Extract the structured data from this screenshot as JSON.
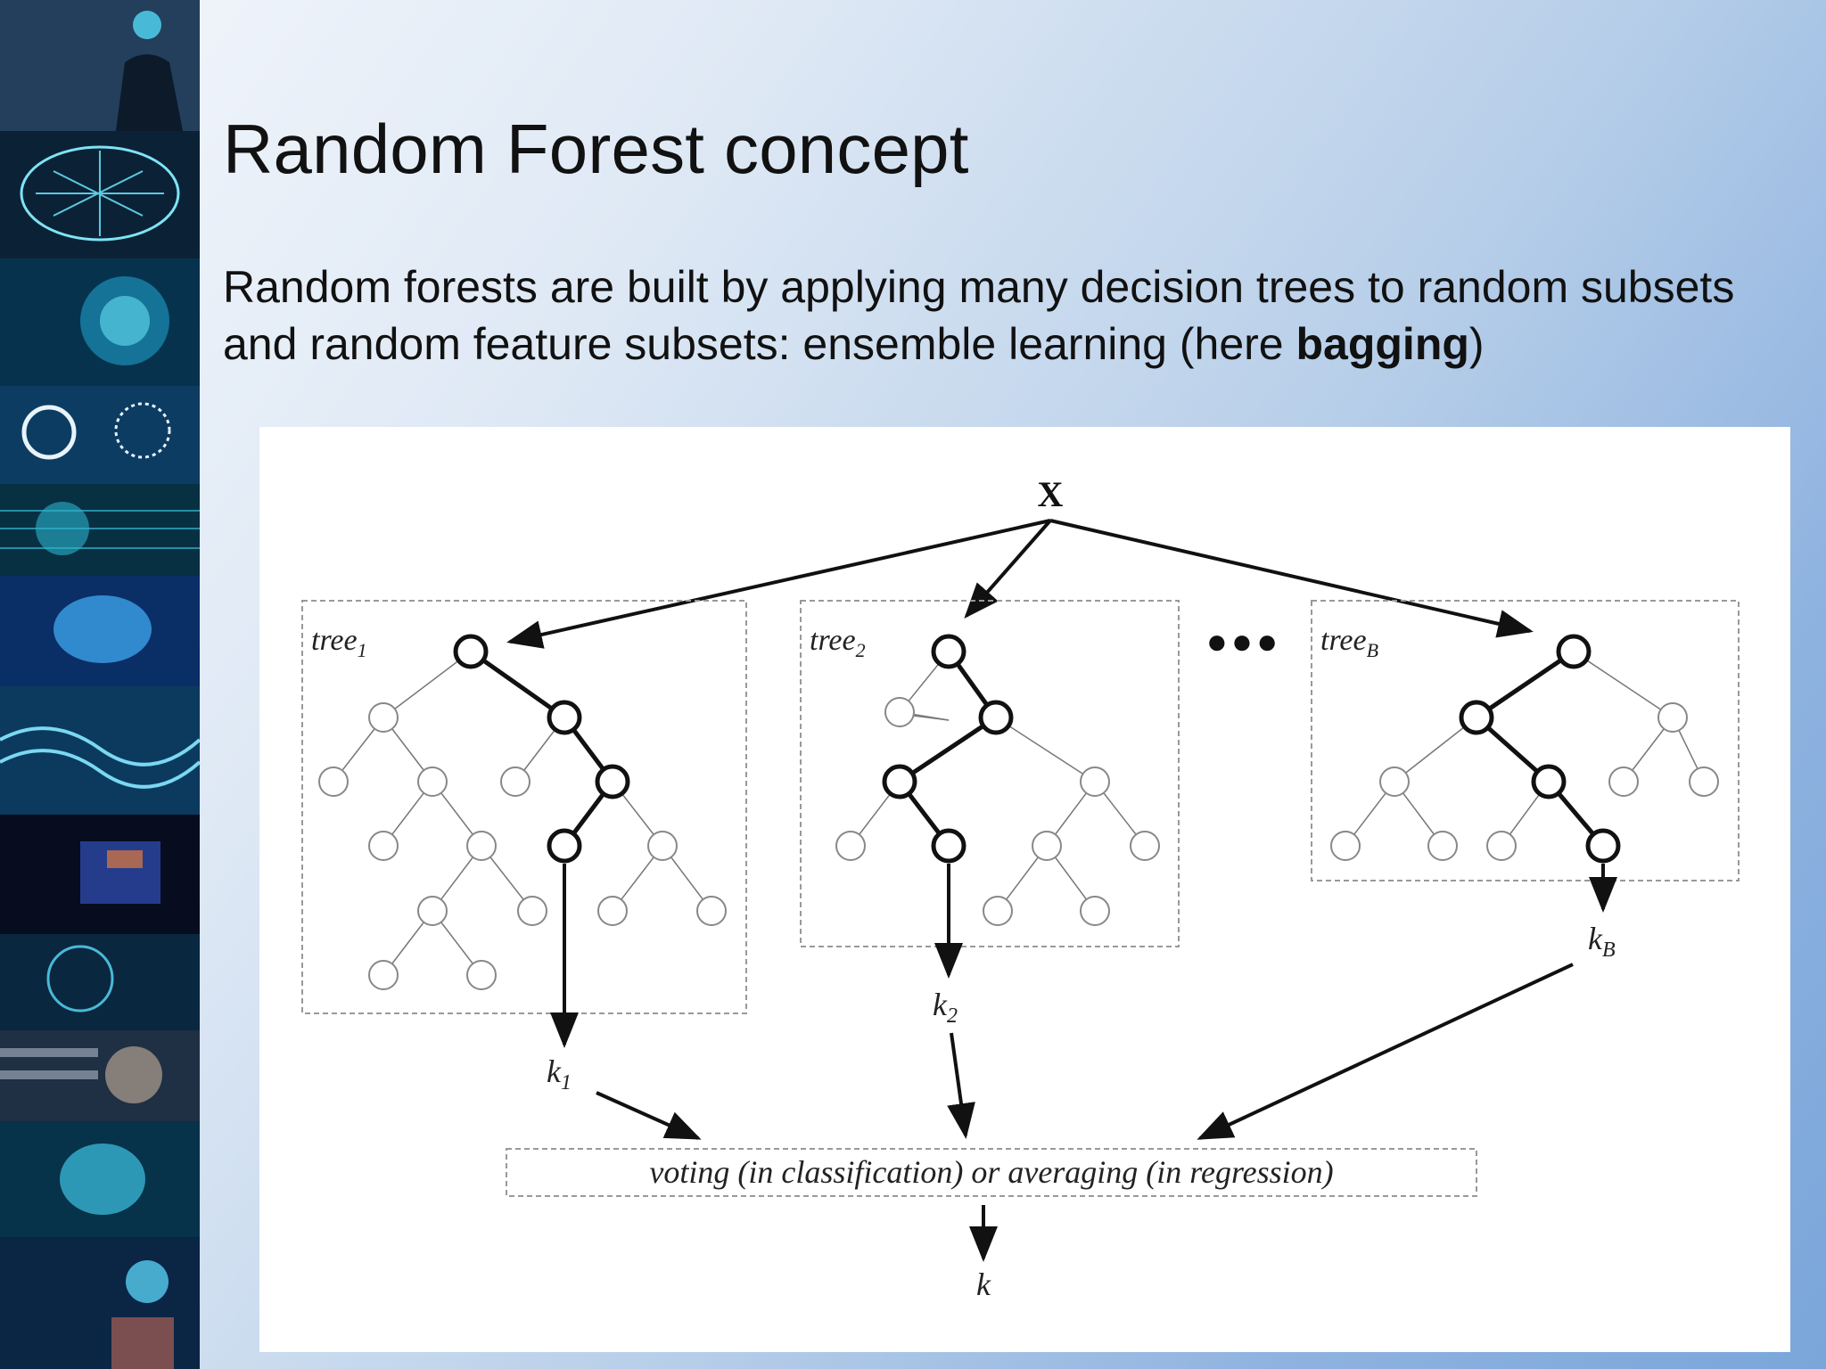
{
  "slide": {
    "title": "Random Forest concept",
    "body_plain": "Random forests are built by applying many decision trees to random subsets and random feature subsets: ensemble learning (here ",
    "body_bold": "bagging",
    "body_end": ")"
  },
  "diagram": {
    "input_label": "X",
    "ellipsis": "●●●",
    "trees": [
      {
        "label_base": "tree",
        "label_sub": "1",
        "output_base": "k",
        "output_sub": "1"
      },
      {
        "label_base": "tree",
        "label_sub": "2",
        "output_base": "k",
        "output_sub": "2"
      },
      {
        "label_base": "tree",
        "label_sub": "B",
        "output_base": "k",
        "output_sub": "B"
      }
    ],
    "aggregator_label": "voting (in classification) or averaging (in regression)",
    "final_output": "k"
  },
  "side_strip": {
    "tiles": [
      "ai-head-icon",
      "circuit-brain-icon",
      "digital-face-icon",
      "gear-brain-icon",
      "data-face-icon",
      "glowing-brain-icon",
      "neural-waves-icon",
      "code-face-icon",
      "circuit-head-icon",
      "binary-head-icon",
      "brain-network-icon",
      "brain-hand-icon"
    ]
  },
  "colors": {
    "strip_dark": "#06182c",
    "strip_glow": "#39c6e8",
    "diagram_ink": "#111111",
    "diagram_gray": "#9a9a9a"
  }
}
